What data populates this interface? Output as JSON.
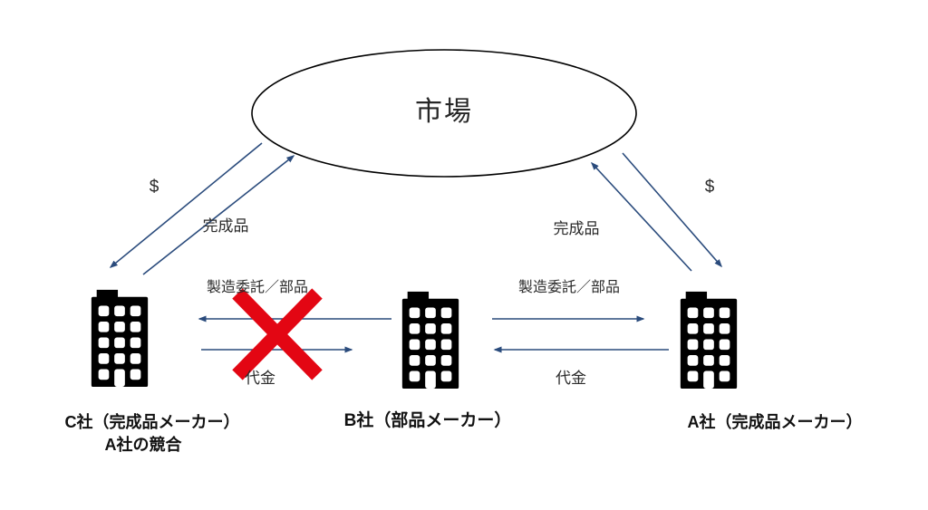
{
  "diagram": {
    "market": {
      "label": "市場"
    },
    "flows": {
      "left_money": "$",
      "left_finished": "完成品",
      "right_finished": "完成品",
      "right_money": "$",
      "left_consign": "製造委託／部品",
      "left_payment": "代金",
      "right_consign": "製造委託／部品",
      "right_payment": "代金"
    },
    "companies": {
      "c": {
        "line1": "C社（完成品メーカー）",
        "line2": "A社の競合"
      },
      "b": {
        "label": "B社（部品メーカー）"
      },
      "a": {
        "label": "A社（完成品メーカー）"
      }
    },
    "colors": {
      "arrow": "#2a4b7c",
      "cross": "#e30613",
      "building": "#000000",
      "ellipse_stroke": "#000000"
    }
  }
}
